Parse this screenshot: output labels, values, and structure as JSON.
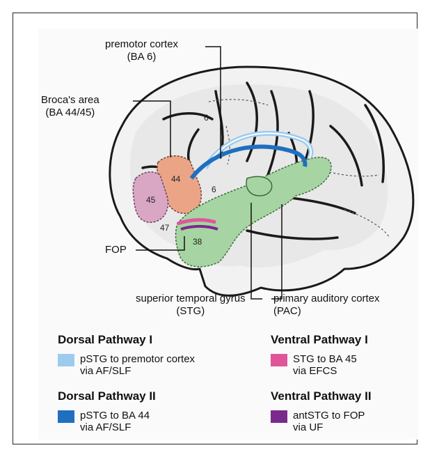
{
  "labels": {
    "premotor_line1": "premotor cortex",
    "premotor_line2": "(BA 6)",
    "broca_line1": "Broca's area",
    "broca_line2": "(BA 44/45)",
    "fop": "FOP",
    "stg_line1": "superior temporal gyrus",
    "stg_line2": "(STG)",
    "pac_line1": "primary auditory cortex",
    "pac_line2": "(PAC)"
  },
  "area_numbers": {
    "ba6_top": "6",
    "ba6_lower": "6",
    "ba44": "44",
    "ba45": "45",
    "ba47": "47",
    "ba38": "38"
  },
  "legend": {
    "dorsal1": {
      "title": "Dorsal Pathway I",
      "line1": "pSTG to premotor cortex",
      "line2": "via AF/SLF",
      "color": "#9ccbee"
    },
    "dorsal2": {
      "title": "Dorsal Pathway II",
      "line1": "pSTG to BA 44",
      "line2": "via AF/SLF",
      "color": "#1f6fc0"
    },
    "ventral1": {
      "title": "Ventral Pathway I",
      "line1": "STG to BA 45",
      "line2": "via EFCS",
      "color": "#e0559a"
    },
    "ventral2": {
      "title": "Ventral Pathway II",
      "line1": "antSTG to FOP",
      "line2": "via UF",
      "color": "#7a2a8c"
    }
  },
  "colors": {
    "ba44_region": "#eba586",
    "ba45_region": "#d9a6c4",
    "temporal_region": "#a6d4a2",
    "outline": "#1a1a1a"
  }
}
